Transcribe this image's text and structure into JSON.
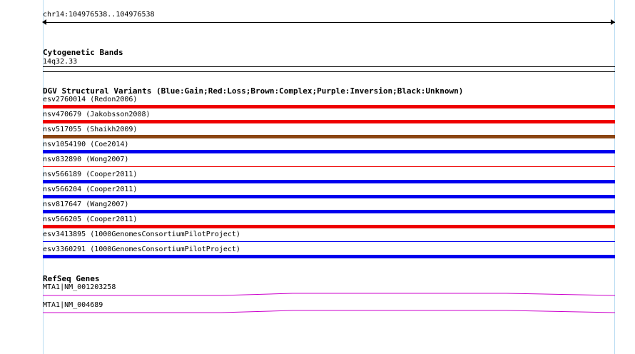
{
  "coordinates": "chr14:104976538..104976538",
  "cyto": {
    "title": "Cytogenetic Bands",
    "band": "14q32.33"
  },
  "dgv": {
    "title": "DGV Structural Variants (Blue:Gain;Red:Loss;Brown:Complex;Purple:Inversion;Black:Unknown)",
    "colors": {
      "gain": "#0000ee",
      "loss": "#ee0000",
      "complex": "#8b4513"
    },
    "variants": [
      {
        "label": "esv2760014 (Redon2006)",
        "type": "loss"
      },
      {
        "label": "nsv470679 (Jakobsson2008)",
        "type": "loss"
      },
      {
        "label": "nsv517055 (Shaikh2009)",
        "type": "complex"
      },
      {
        "label": "nsv1054190 (Coe2014)",
        "type": "gain"
      },
      {
        "label": "nsv832890 (Wong2007)",
        "type": "loss"
      },
      {
        "label": "nsv566189 (Cooper2011)",
        "type": "gain"
      },
      {
        "label": "nsv566204 (Cooper2011)",
        "type": "gain"
      },
      {
        "label": "nsv817647 (Wang2007)",
        "type": "gain"
      },
      {
        "label": "nsv566205 (Cooper2011)",
        "type": "loss"
      },
      {
        "label": "esv3413895 (1000GenomesConsortiumPilotProject)",
        "type": "gain"
      },
      {
        "label": "esv3360291 (1000GenomesConsortiumPilotProject)",
        "type": "gain"
      }
    ]
  },
  "refseq": {
    "title": "RefSeq Genes",
    "color": "#cc00cc",
    "genes": [
      {
        "label": "MTA1|NM_001203258"
      },
      {
        "label": "MTA1|NM_004689"
      }
    ]
  }
}
